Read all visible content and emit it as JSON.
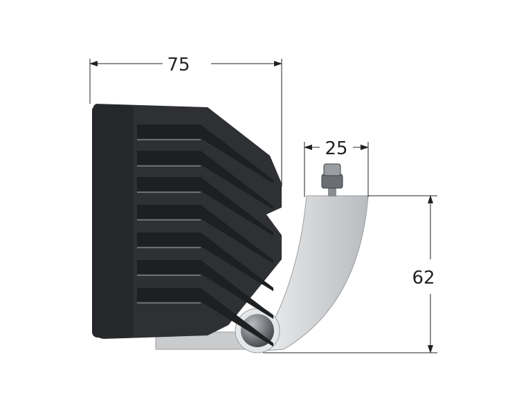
{
  "dimensions": {
    "width_label": "75",
    "bracket_width_label": "25",
    "height_label": "62"
  },
  "colors": {
    "housing": "#2e3033",
    "fin_highlight": "#6a6d72",
    "bracket": "#d6d8da",
    "dimension_line": "#222222"
  }
}
